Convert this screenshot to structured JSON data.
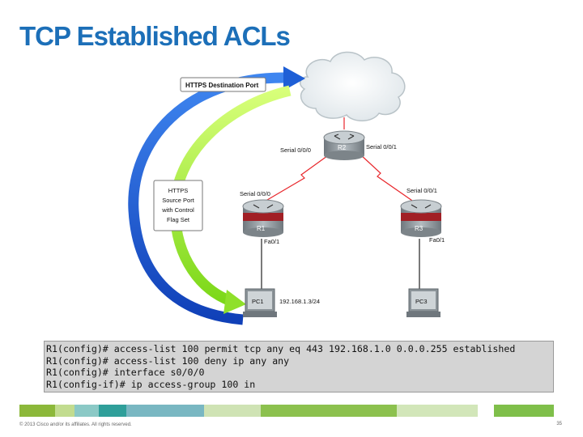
{
  "title": "TCP Established ACLs",
  "labels": {
    "https_dest": "HTTPS Destination Port",
    "https_src": [
      "HTTPS",
      "Source Port",
      "with Control",
      "Flag Set"
    ],
    "r2": "R2",
    "r2_left_serial": "Serial 0/0/0",
    "r2_right_serial": "Serial 0/0/1",
    "r1_serial": "Serial 0/0/0",
    "r3_serial": "Serial 0/0/1",
    "r1": "R1",
    "r3": "R3",
    "r1_fa": "Fa0/1",
    "r3_fa": "Fa0/1",
    "pc1": "PC1",
    "pc3": "PC3",
    "pc1_ip": "192.168.1.3/24"
  },
  "code_lines": [
    "R1(config)# access-list 100 permit tcp any eq 443 192.168.1.0 0.0.0.255 established",
    "R1(config)# access-list 100 deny ip any any",
    "R1(config)# interface s0/0/0",
    "R1(config-if)# ip access-group 100 in"
  ],
  "footer": "© 2013 Cisco and/or its affiliates. All rights reserved.",
  "page_number": "35",
  "colors": {
    "title": "#1c6fb8",
    "blue_arrow": "#1e5fd6",
    "green_arrow": "#8fe02a",
    "router_body": "#9aa2a8",
    "firewall_red": "#a11f25",
    "serial_red": "#e8262b"
  }
}
